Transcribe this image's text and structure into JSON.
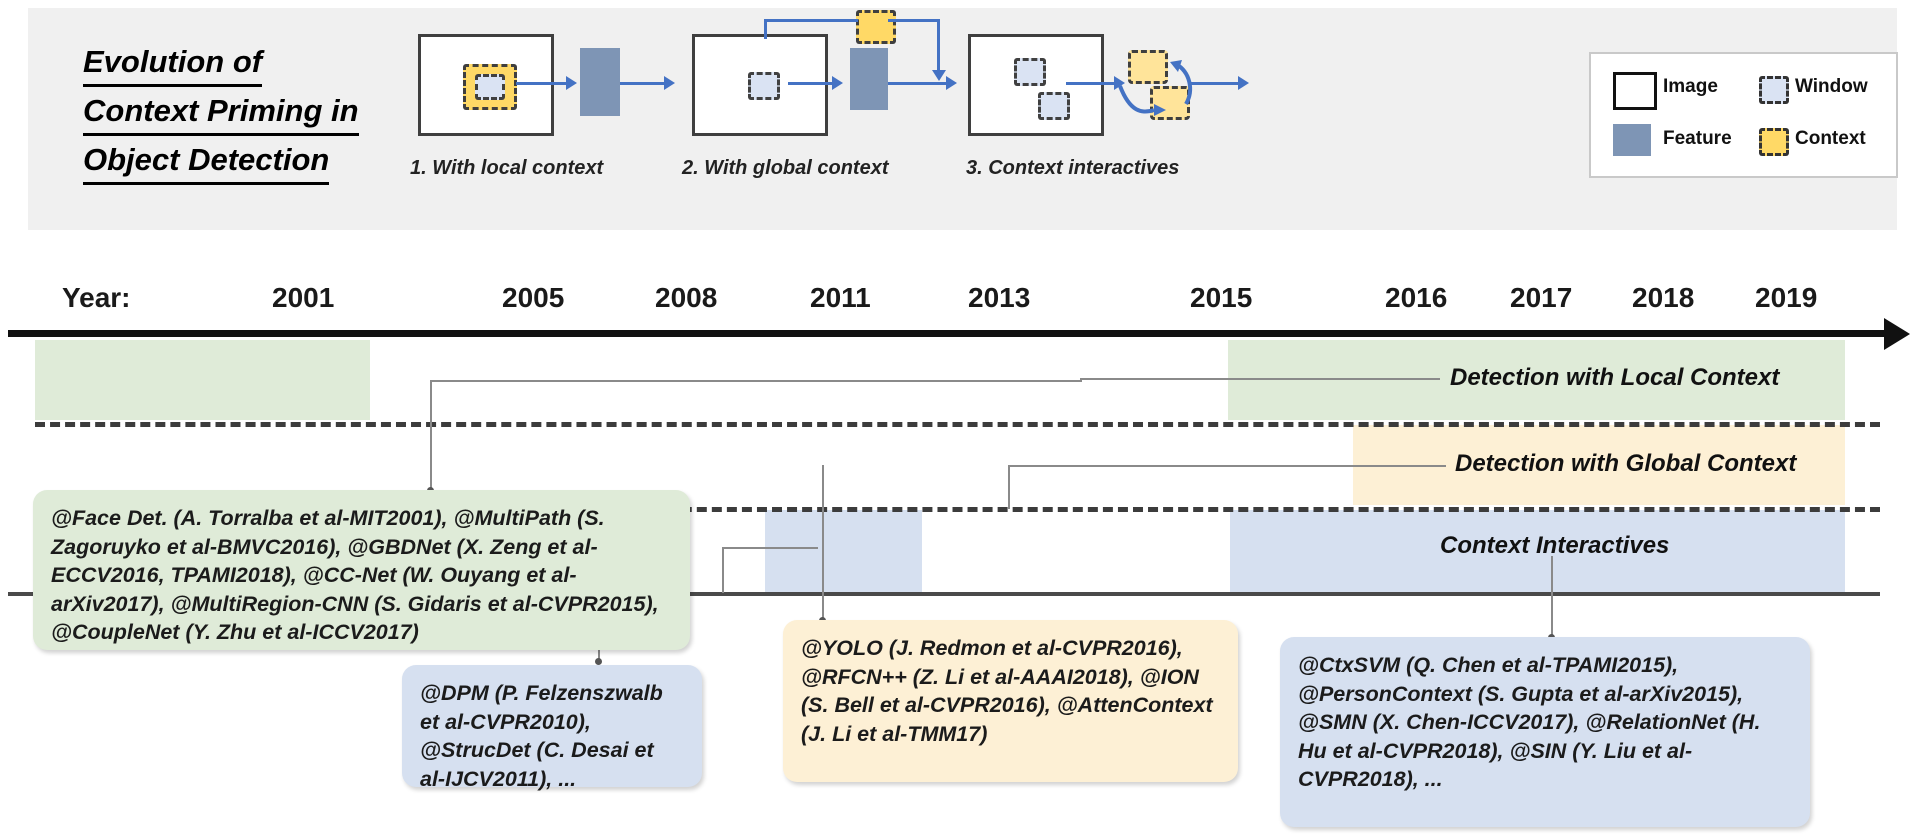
{
  "figure": {
    "title_lines": [
      "Evolution of",
      "Context Priming in",
      "Object Detection"
    ]
  },
  "diagrams": [
    {
      "caption": "1. With local context",
      "icons": [
        "image-box",
        "context-box",
        "window-box",
        "feature-bar",
        "arrow"
      ]
    },
    {
      "caption": "2. With global context",
      "icons": [
        "image-box",
        "window-box",
        "feature-bar",
        "context-box",
        "arrow"
      ]
    },
    {
      "caption": "3. Context interactives",
      "icons": [
        "image-box",
        "window-box",
        "window-box",
        "context-box",
        "context-box",
        "arrow"
      ]
    }
  ],
  "legend": {
    "items": [
      {
        "label": "Image",
        "swatch": "image-swatch",
        "color": "#ffffff"
      },
      {
        "label": "Window",
        "swatch": "window-swatch",
        "color": "#dae3f3"
      },
      {
        "label": "Feature",
        "swatch": "feature-swatch",
        "color": "#7e95b5"
      },
      {
        "label": "Context",
        "swatch": "context-swatch",
        "color": "#ffd966"
      }
    ]
  },
  "timeline": {
    "axis_label": "Year:",
    "years": [
      "2001",
      "2005",
      "2008",
      "2011",
      "2013",
      "2015",
      "2016",
      "2017",
      "2018",
      "2019"
    ],
    "rows": [
      {
        "label": "Detection with Local Context",
        "color": "#dfebd8"
      },
      {
        "label": "Detection with Global Context",
        "color": "#fdf0d5"
      },
      {
        "label": "Context Interactives",
        "color": "#d6e0f0"
      }
    ]
  },
  "chart_data": {
    "type": "timeline",
    "title": "Evolution of Context Priming in Object Detection",
    "xlabel": "Year",
    "x_ticks": [
      "2001",
      "2005",
      "2008",
      "2011",
      "2013",
      "2015",
      "2016",
      "2017",
      "2018",
      "2019"
    ],
    "series": [
      {
        "name": "Detection with Local Context",
        "color": "#dfebd8",
        "spans": [
          [
            "2001",
            "2005"
          ],
          [
            "2015",
            "2019"
          ]
        ]
      },
      {
        "name": "Detection with Global Context",
        "color": "#fdf0d5",
        "spans": [
          [
            "2016",
            "2019"
          ]
        ]
      },
      {
        "name": "Context Interactives",
        "color": "#d6e0f0",
        "spans": [
          [
            "2010",
            "2012"
          ],
          [
            "2015",
            "2019"
          ]
        ]
      }
    ]
  },
  "cards": [
    {
      "id": "local-context-card",
      "color": "#dfebd8",
      "text": "@Face Det. (A. Torralba et al-MIT2001), @MultiPath (S. Zagoruyko et al-BMVC2016), @GBDNet (X. Zeng et al-ECCV2016, TPAMI2018), @CC-Net (W. Ouyang et al-arXiv2017), @MultiRegion-CNN (S. Gidaris et al-CVPR2015), @CoupleNet (Y. Zhu et al-ICCV2017)"
    },
    {
      "id": "dpm-card",
      "color": "#d6e0f0",
      "text": "@DPM (P. Felzenszwalb et al-CVPR2010), @StrucDet (C. Desai et al-IJCV2011), ..."
    },
    {
      "id": "global-context-card",
      "color": "#fdf0d5",
      "text": "@YOLO (J. Redmon et al-CVPR2016), @RFCN++ (Z. Li et al-AAAI2018), @ION (S. Bell et al-CVPR2016), @AttenContext (J. Li et al-TMM17)"
    },
    {
      "id": "context-interactives-card",
      "color": "#d6e0f0",
      "text": "@CtxSVM (Q. Chen et al-TPAMI2015), @PersonContext (S. Gupta et al-arXiv2015), @SMN (X. Chen-ICCV2017), @RelationNet (H. Hu et al-CVPR2018), @SIN (Y. Liu et al-CVPR2018), ..."
    }
  ]
}
